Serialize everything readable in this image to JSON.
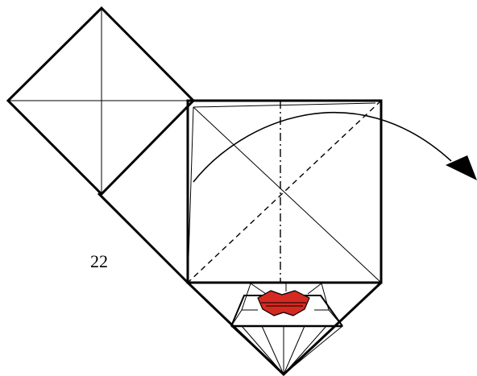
{
  "step": {
    "number": "22",
    "instruction_arrow": "fold-over-arrow"
  },
  "colors": {
    "paper_outline": "#000000",
    "paper_fill": "#ffffff",
    "accent_red": "#d42a22"
  },
  "line_types": [
    "solid",
    "valley-fold-dashed",
    "mountain-fold-dash-dot",
    "crease-thin"
  ]
}
